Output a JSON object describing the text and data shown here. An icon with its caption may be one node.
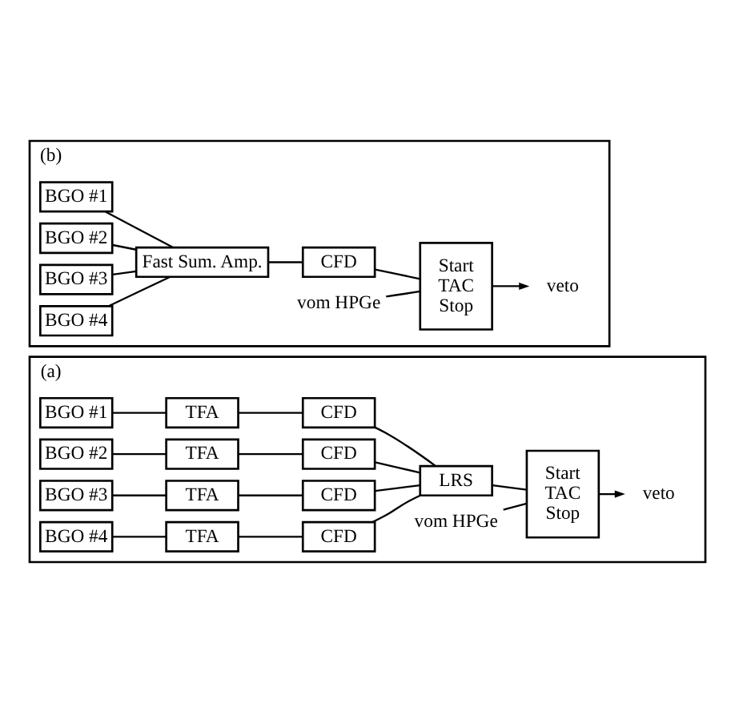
{
  "diagram": {
    "nodes": [
      {
        "text": [
          "(a)"
        ]
      },
      {
        "text": [
          "BGO #1"
        ],
        "in": 0
      },
      {
        "text": [
          "TFA"
        ],
        "in": 0
      },
      {
        "text": [
          "CFD"
        ],
        "in": 0
      },
      {
        "text": [
          "BGO #2"
        ],
        "in": 0
      },
      {
        "text": [
          "TFA"
        ],
        "in": 0
      },
      {
        "text": [
          "CFD"
        ],
        "in": 0
      },
      {
        "text": [
          "BGO #3"
        ],
        "in": 0
      },
      {
        "text": [
          "TFA"
        ],
        "in": 0
      },
      {
        "text": [
          "CFD"
        ],
        "in": 0
      },
      {
        "text": [
          "BGO #4"
        ],
        "in": 0
      },
      {
        "text": [
          "TFA"
        ],
        "in": 0
      },
      {
        "text": [
          "CFD"
        ],
        "in": 0
      },
      {
        "text": [
          "LRS"
        ],
        "in": 0
      },
      {
        "text": [
          "vom HPGe"
        ],
        "in": 0
      },
      {
        "text": [
          "Start",
          "TAC",
          "Stop"
        ],
        "in": 0
      },
      {
        "text": [
          "veto"
        ],
        "in": 0
      },
      {
        "text": [
          "(b)"
        ]
      },
      {
        "text": [
          "BGO #1"
        ],
        "in": 17
      },
      {
        "text": [
          "BGO #2"
        ],
        "in": 17
      },
      {
        "text": [
          "BGO #3"
        ],
        "in": 17
      },
      {
        "text": [
          "BGO #4"
        ],
        "in": 17
      },
      {
        "text": [
          "Fast Sum. Amp."
        ],
        "in": 17
      },
      {
        "text": [
          "CFD"
        ],
        "in": 17
      },
      {
        "text": [
          "vom HPGe"
        ],
        "in": 17
      },
      {
        "text": [
          "Start",
          "TAC",
          "Stop"
        ],
        "in": 17
      },
      {
        "text": [
          "veto"
        ],
        "in": 17
      }
    ],
    "edges": [
      {
        "from": 1,
        "to": 2,
        "arrow": "none"
      },
      {
        "from": 2,
        "to": 3,
        "arrow": "none"
      },
      {
        "from": 4,
        "to": 5,
        "arrow": "none"
      },
      {
        "from": 5,
        "to": 6,
        "arrow": "none"
      },
      {
        "from": 7,
        "to": 8,
        "arrow": "none"
      },
      {
        "from": 8,
        "to": 9,
        "arrow": "none"
      },
      {
        "from": 10,
        "to": 11,
        "arrow": "none"
      },
      {
        "from": 11,
        "to": 12,
        "arrow": "none"
      },
      {
        "from": 3,
        "to": 13,
        "arrow": "none"
      },
      {
        "from": 6,
        "to": 13,
        "arrow": "none"
      },
      {
        "from": 9,
        "to": 13,
        "arrow": "none"
      },
      {
        "from": 12,
        "to": 13,
        "arrow": "none"
      },
      {
        "from": 14,
        "to": 15,
        "arrow": "none"
      },
      {
        "from": 13,
        "to": 15,
        "arrow": "none"
      },
      {
        "from": 15,
        "to": 16,
        "arrow": "to"
      },
      {
        "from": 18,
        "to": 22,
        "arrow": "none"
      },
      {
        "from": 19,
        "to": 22,
        "arrow": "none"
      },
      {
        "from": 20,
        "to": 22,
        "arrow": "none"
      },
      {
        "from": 21,
        "to": 22,
        "arrow": "none"
      },
      {
        "from": 22,
        "to": 23,
        "arrow": "none"
      },
      {
        "from": 24,
        "to": 25,
        "arrow": "none"
      },
      {
        "from": 23,
        "to": 25,
        "arrow": "none"
      },
      {
        "from": 25,
        "to": 26,
        "arrow": "to"
      }
    ]
  }
}
